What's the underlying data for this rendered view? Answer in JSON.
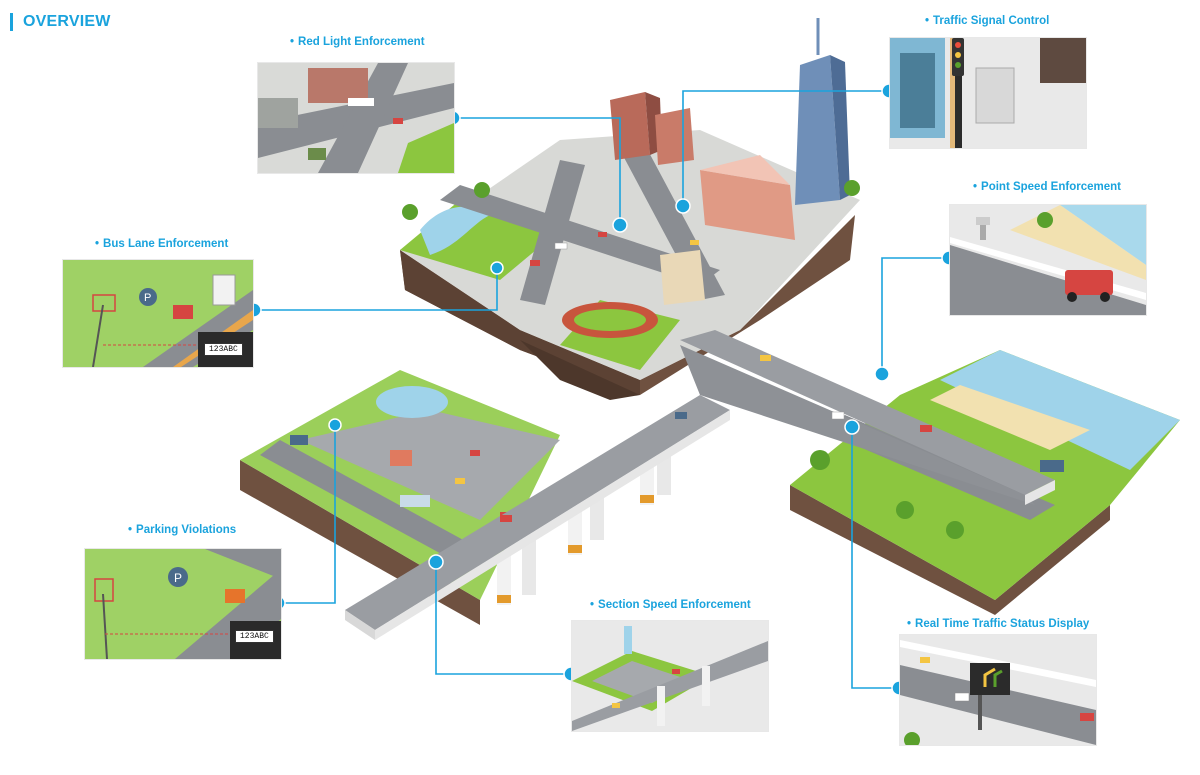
{
  "page": {
    "title": "OVERVIEW"
  },
  "colors": {
    "accent": "#1aa3dd",
    "grass": "#8cc63f",
    "road": "#8a8d92",
    "soil": "#7a5a44",
    "water": "#9fd3ea"
  },
  "callouts": [
    {
      "id": "red-light",
      "bullet": "•",
      "label": "Red Light Enforcement"
    },
    {
      "id": "traffic-signal",
      "bullet": "•",
      "label": "Traffic Signal Control"
    },
    {
      "id": "bus-lane",
      "bullet": "•",
      "label": "Bus Lane Enforcement"
    },
    {
      "id": "point-speed",
      "bullet": "•",
      "label": "Point Speed Enforcement"
    },
    {
      "id": "parking",
      "bullet": "•",
      "label": "Parking Violations"
    },
    {
      "id": "section-speed",
      "bullet": "•",
      "label": "Section Speed Enforcement"
    },
    {
      "id": "realtime",
      "bullet": "•",
      "label": "Real Time Traffic Status Display"
    }
  ],
  "plates": {
    "bus_lane": "123ABC",
    "parking": "123ABC"
  }
}
